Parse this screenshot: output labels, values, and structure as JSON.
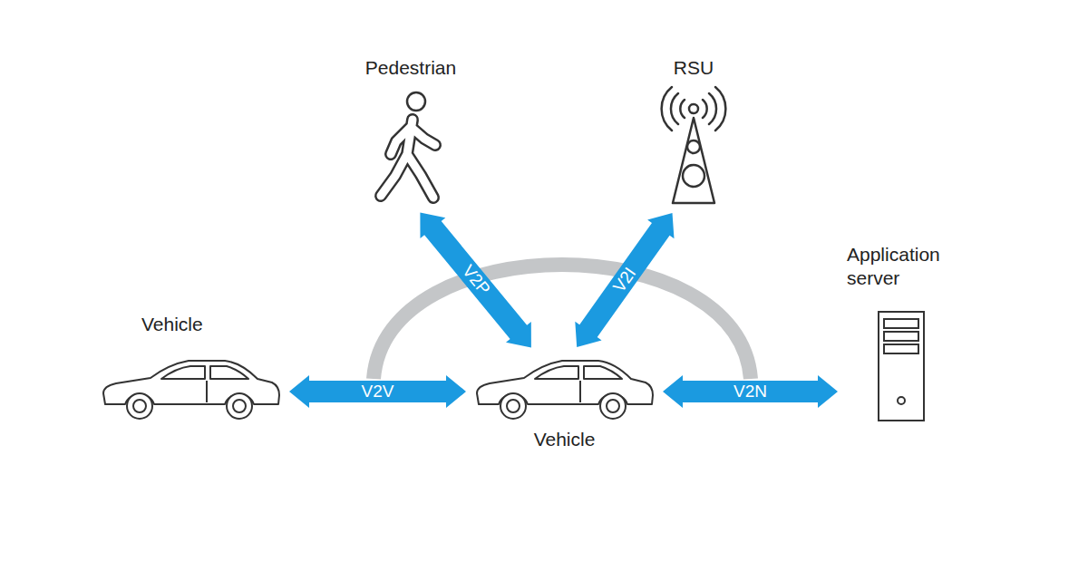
{
  "diagram": {
    "nodes": [
      {
        "text": [
          "Pedestrian"
        ]
      },
      {
        "text": [
          "RSU"
        ]
      },
      {
        "text": [
          "Vehicle"
        ]
      },
      {
        "text": [
          "Vehicle"
        ]
      },
      {
        "text": [
          "Application server"
        ]
      }
    ],
    "edges": [
      {
        "from": 2,
        "to": 3,
        "arrow": "both",
        "label": "V2V"
      },
      {
        "from": 3,
        "to": 0,
        "arrow": "both",
        "label": "V2P"
      },
      {
        "from": 3,
        "to": 1,
        "arrow": "both",
        "label": "V2I"
      },
      {
        "from": 3,
        "to": 4,
        "arrow": "both",
        "label": "V2N"
      }
    ]
  }
}
